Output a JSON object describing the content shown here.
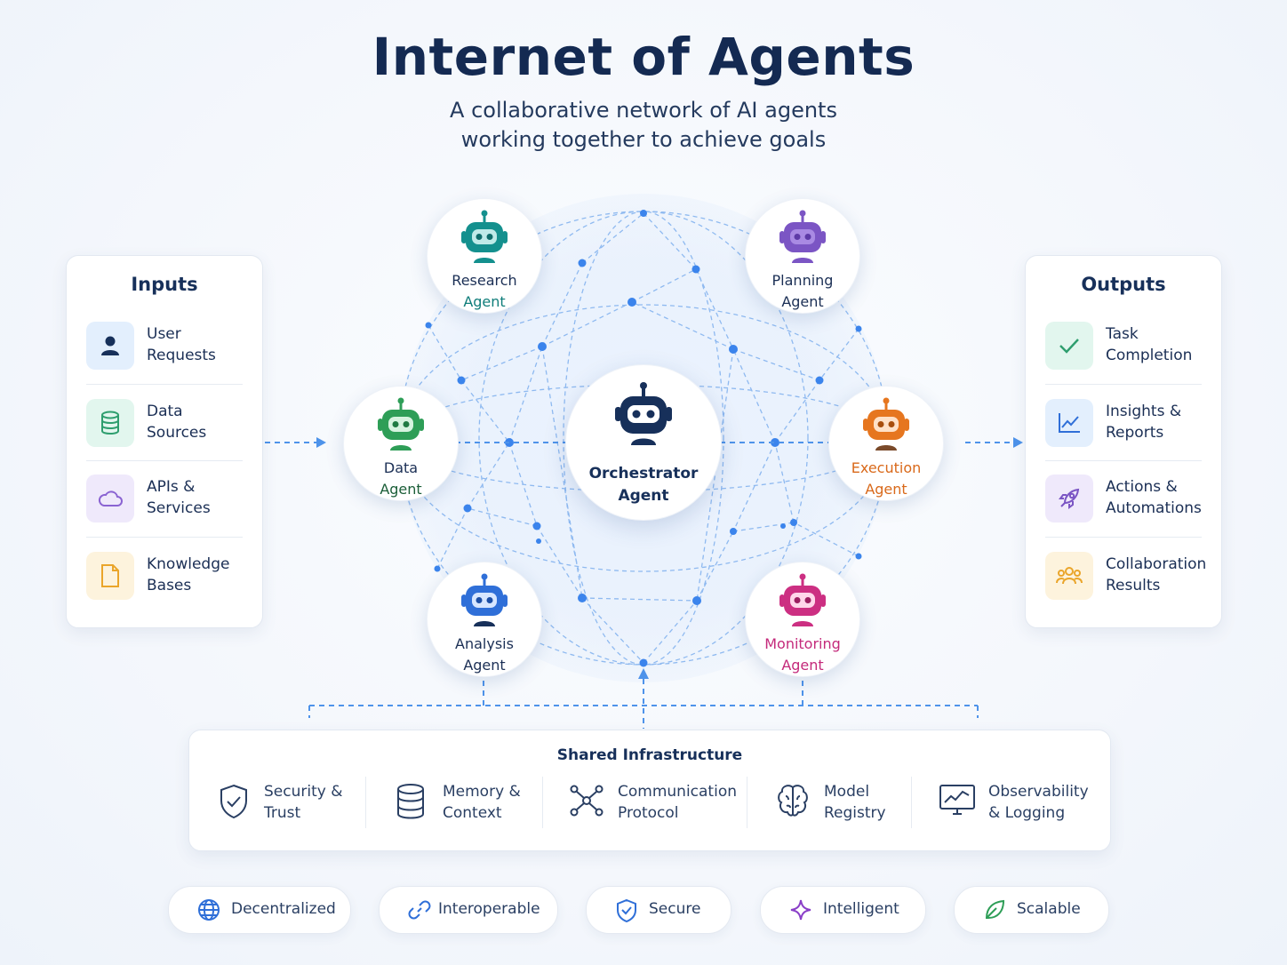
{
  "title": "Internet of Agents",
  "subtitle_line1": "A collaborative network of AI agents",
  "subtitle_line2": "working together to achieve goals",
  "inputs": {
    "title": "Inputs",
    "items": [
      {
        "line1": "User",
        "line2": "Requests",
        "icon": "user-icon"
      },
      {
        "line1": "Data",
        "line2": "Sources",
        "icon": "database-icon"
      },
      {
        "line1": "APIs &",
        "line2": "Services",
        "icon": "cloud-icon"
      },
      {
        "line1": "Knowledge",
        "line2": "Bases",
        "icon": "document-icon"
      }
    ]
  },
  "outputs": {
    "title": "Outputs",
    "items": [
      {
        "line1": "Task",
        "line2": "Completion",
        "icon": "check-icon"
      },
      {
        "line1": "Insights &",
        "line2": "Reports",
        "icon": "chart-icon"
      },
      {
        "line1": "Actions &",
        "line2": "Automations",
        "icon": "rocket-icon"
      },
      {
        "line1": "Collaboration",
        "line2": "Results",
        "icon": "people-icon"
      }
    ]
  },
  "agents": {
    "center": {
      "line1": "Orchestrator",
      "line2": "Agent",
      "color": "#17305a"
    },
    "research": {
      "line1": "Research",
      "line2": "Agent",
      "color": "#14908e"
    },
    "planning": {
      "line1": "Planning",
      "line2": "Agent",
      "color": "#7b55c4"
    },
    "data": {
      "line1": "Data",
      "line2": "Agent",
      "color": "#2e9e57"
    },
    "execution": {
      "line1": "Execution",
      "line2": "Agent",
      "color": "#e6761f"
    },
    "analysis": {
      "line1": "Analysis",
      "line2": "Agent",
      "color": "#2f6fd8"
    },
    "monitoring": {
      "line1": "Monitoring",
      "line2": "Agent",
      "color": "#cc2f82"
    }
  },
  "infrastructure": {
    "title": "Shared Infrastructure",
    "items": [
      {
        "line1": "Security &",
        "line2": "Trust",
        "icon": "shield-check-icon"
      },
      {
        "line1": "Memory &",
        "line2": "Context",
        "icon": "database-stack-icon"
      },
      {
        "line1": "Communication",
        "line2": "Protocol",
        "icon": "network-nodes-icon"
      },
      {
        "line1": "Model",
        "line2": "Registry",
        "icon": "brain-icon"
      },
      {
        "line1": "Observability",
        "line2": "& Logging",
        "icon": "monitor-chart-icon"
      }
    ]
  },
  "features": [
    {
      "label": "Decentralized",
      "icon": "globe-icon"
    },
    {
      "label": "Interoperable",
      "icon": "link-icon"
    },
    {
      "label": "Secure",
      "icon": "shield-icon"
    },
    {
      "label": "Intelligent",
      "icon": "sparkle-icon"
    },
    {
      "label": "Scalable",
      "icon": "leaf-icon"
    }
  ]
}
